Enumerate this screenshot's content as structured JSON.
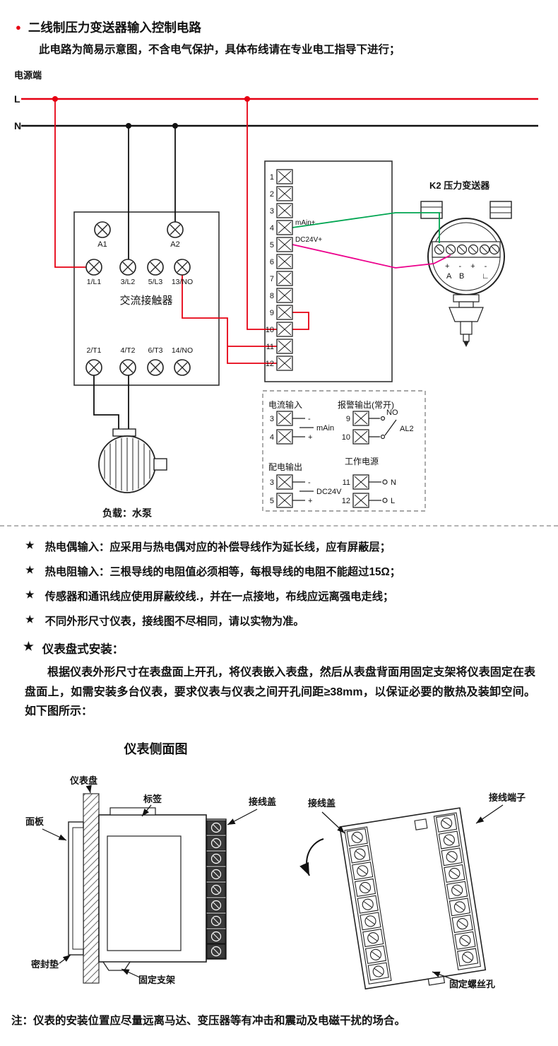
{
  "header": {
    "bullet": "●",
    "title": "二线制压力变送器输入控制电路",
    "subtitle": "此电路为简易示意图，不含电气保护，具体布线请在专业电工指导下进行；"
  },
  "colors": {
    "accent_red": "#e60012",
    "wire_green": "#00a551",
    "wire_magenta": "#ec008c"
  },
  "circuit": {
    "power_terminal": "电源端",
    "l": "L",
    "n": "N",
    "contactor": {
      "name": "交流接触器",
      "a1": "A1",
      "a2": "A2",
      "top_terminals": [
        "1/L1",
        "3/L2",
        "5/L3",
        "13/NO"
      ],
      "bottom_terminals": [
        "2/T1",
        "4/T2",
        "6/T3",
        "14/NO"
      ]
    },
    "terminal_numbers": [
      "1",
      "2",
      "3",
      "4",
      "5",
      "6",
      "7",
      "8",
      "9",
      "10",
      "11",
      "12"
    ],
    "main_plus": "mAin+",
    "dc24v_plus": "DC24V+",
    "transmitter": {
      "label": "K2 压力变送器",
      "polarity": "+ - + -",
      "a": "A",
      "b": "B",
      "bracket": "∟"
    },
    "load": "负载：水泵",
    "groups": {
      "current_input": {
        "title": "电流输入",
        "n1": "3",
        "n2": "4",
        "minus": "-",
        "plus": "+",
        "signal": "mAin"
      },
      "alarm_output": {
        "title": "报警输出(常开)",
        "n1": "9",
        "n2": "10",
        "no": "NO",
        "name": "AL2"
      },
      "dist_output": {
        "title": "配电输出",
        "n1": "3",
        "n2": "5",
        "minus": "-",
        "plus": "+",
        "signal": "DC24V"
      },
      "work_power": {
        "title": "工作电源",
        "n1": "11",
        "n2": "12",
        "n": "N",
        "l": "L"
      }
    }
  },
  "notes": {
    "star": "★",
    "items": [
      "热电偶输入：应采用与热电偶对应的补偿导线作为延长线，应有屏蔽层；",
      "热电阻输入：三根导线的电阻值必须相等，每根导线的电阻不能超过15Ω；",
      "传感器和通讯线应使用屏蔽绞线.，并在一点接地，布线应远离强电走线；",
      "不同外形尺寸仪表，接线图不尽相同，请以实物为准。"
    ]
  },
  "install": {
    "star": "★",
    "heading": "仪表盘式安装：",
    "paragraph": "根据仪表外形尺寸在表盘面上开孔，将仪表嵌入表盘，然后从表盘背面用固定支架将仪表固定在表盘面上，如需安装多台仪表，要求仪表与仪表之间开孔间距≥38mm，以保证必要的散热及装卸空间。如下图所示：",
    "diagram_title": "仪表侧面图",
    "labels": {
      "panel": "仪表盘",
      "tag": "标签",
      "cover_left": "接线盖",
      "front": "面板",
      "gasket": "密封垫",
      "bracket": "固定支架",
      "cover_right": "接线盖",
      "terminals": "接线端子",
      "screw_hole": "固定螺丝孔"
    }
  },
  "footer": "注：仪表的安装位置应尽量远离马达、变压器等有冲击和震动及电磁干扰的场合。"
}
